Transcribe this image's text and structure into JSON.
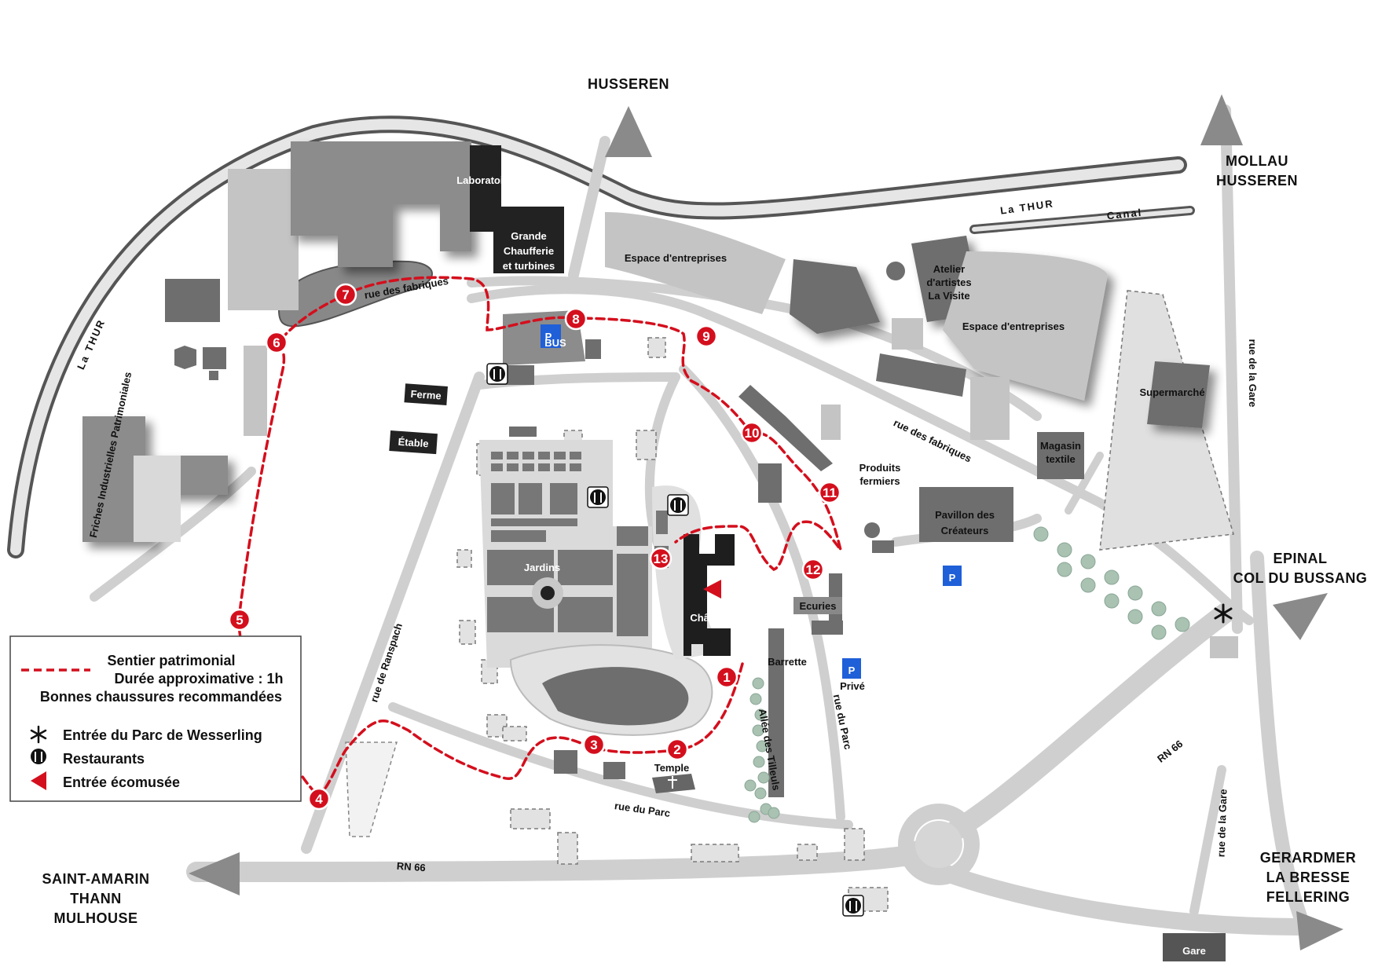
{
  "directions": {
    "north": "HUSSEREN",
    "north_east": [
      "MOLLAU",
      "HUSSEREN"
    ],
    "east": [
      "EPINAL",
      "COL DU BUSSANG"
    ],
    "south_east": [
      "GERARDMER",
      "LA BRESSE",
      "FELLERING"
    ],
    "west": [
      "SAINT-AMARIN",
      "THANN",
      "MULHOUSE"
    ]
  },
  "waterways": {
    "river_north": "La THUR",
    "river_west": "La THUR",
    "canal": "Canal"
  },
  "streets": {
    "rue_des_fabriques_west": "rue des fabriques",
    "rue_des_fabriques_east": "rue des fabriques",
    "rue_de_ranspach": "rue de Ranspach",
    "rue_du_parc_south": "rue du Parc",
    "rue_du_parc_east": "rue du Parc",
    "rue_de_la_gare_north": "rue de la Gare",
    "rue_de_la_gare_south": "rue de la Gare",
    "rn66_west": "RN 66",
    "rn66_east": "RN 66",
    "allee": "Allée des Tilleuls"
  },
  "places": {
    "laboratoire": "Laboratoire",
    "chaufferie": [
      "Grande",
      "Chaufferie",
      "et turbines"
    ],
    "espace_entreprises_1": "Espace d'entreprises",
    "espace_entreprises_2": "Espace d'entreprises",
    "atelier": [
      "Atelier",
      "d'artistes",
      "La Visite"
    ],
    "supermarche": "Supermarché",
    "magasin": [
      "Magasin",
      "textile"
    ],
    "produits": [
      "Produits",
      "fermiers"
    ],
    "pavillon": [
      "Pavillon des",
      "Créateurs"
    ],
    "ferme": "Ferme",
    "etable": "Étable",
    "jardins": "Jardins",
    "chateau": "Château",
    "ecuries": "Ecuries",
    "barrette": "Barrette",
    "temple": "Temple",
    "friches": "Friches Industrielles Patrimoniales",
    "gare": "Gare"
  },
  "parking": {
    "bus_p": "P",
    "bus_label": "BUS",
    "public_p": "P",
    "prive_p": "P",
    "prive_label": "Privé"
  },
  "trail_stops": [
    "1",
    "2",
    "3",
    "4",
    "5",
    "6",
    "7",
    "8",
    "9",
    "10",
    "11",
    "12",
    "13"
  ],
  "legend": {
    "trail_name": "Sentier patrimonial",
    "duration": "Durée approximative : 1h",
    "shoes": "Bonnes chaussures recommandées",
    "entrance": "Entrée du Parc de Wesserling",
    "restaurants": "Restaurants",
    "museum": "Entrée écomusée"
  },
  "colors": {
    "trail": "#d40f1d",
    "parking": "#1f5fd8",
    "road": "#cfcfcf"
  }
}
